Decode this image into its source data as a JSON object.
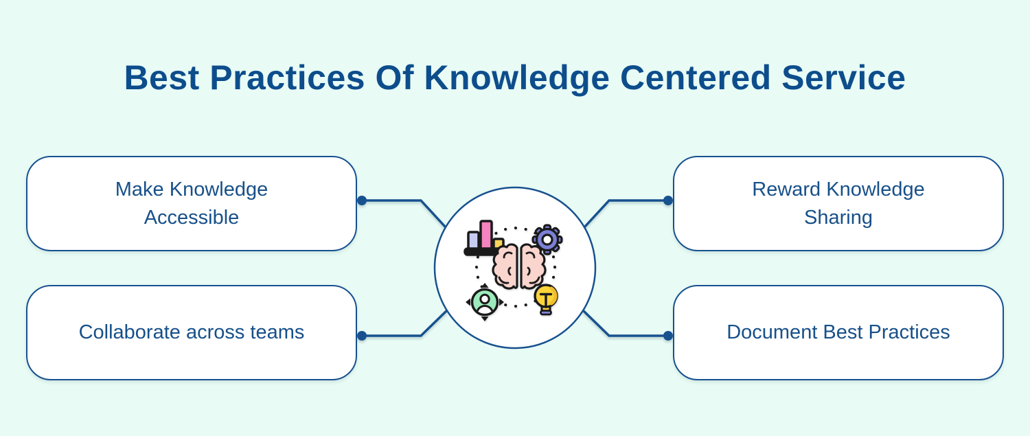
{
  "title": "Best Practices Of Knowledge Centered Service",
  "diagram": {
    "center": {
      "shape": "circle",
      "icons": [
        "bar-chart-icon",
        "gear-icon",
        "brain-icon",
        "user-target-icon",
        "lightbulb-icon"
      ]
    },
    "nodes": [
      {
        "label": "Make Knowledge Accessible",
        "position": "top-left"
      },
      {
        "label": "Collaborate across teams",
        "position": "bottom-left"
      },
      {
        "label": "Reward Knowledge Sharing",
        "position": "top-right"
      },
      {
        "label": "Document Best Practices",
        "position": "bottom-right"
      }
    ]
  },
  "colors": {
    "background": "#E8FBF5",
    "title_text": "#0D4D8C",
    "box_background": "#FFFFFF",
    "box_border": "#17518F",
    "box_text": "#175089",
    "connector": "#17518F",
    "outline_black": "#1A1A1A",
    "icon_lavender": "#C9CCF2",
    "icon_pink": "#F583BF",
    "icon_bar_yellow": "#FBD45C",
    "icon_gear_purple": "#7B80D6",
    "icon_person_green": "#9DEBBC",
    "icon_brain_pink": "#FAD5CE",
    "icon_bulb_yellow": "#FFD43B",
    "icon_bulb_base_purple": "#8286DC"
  }
}
